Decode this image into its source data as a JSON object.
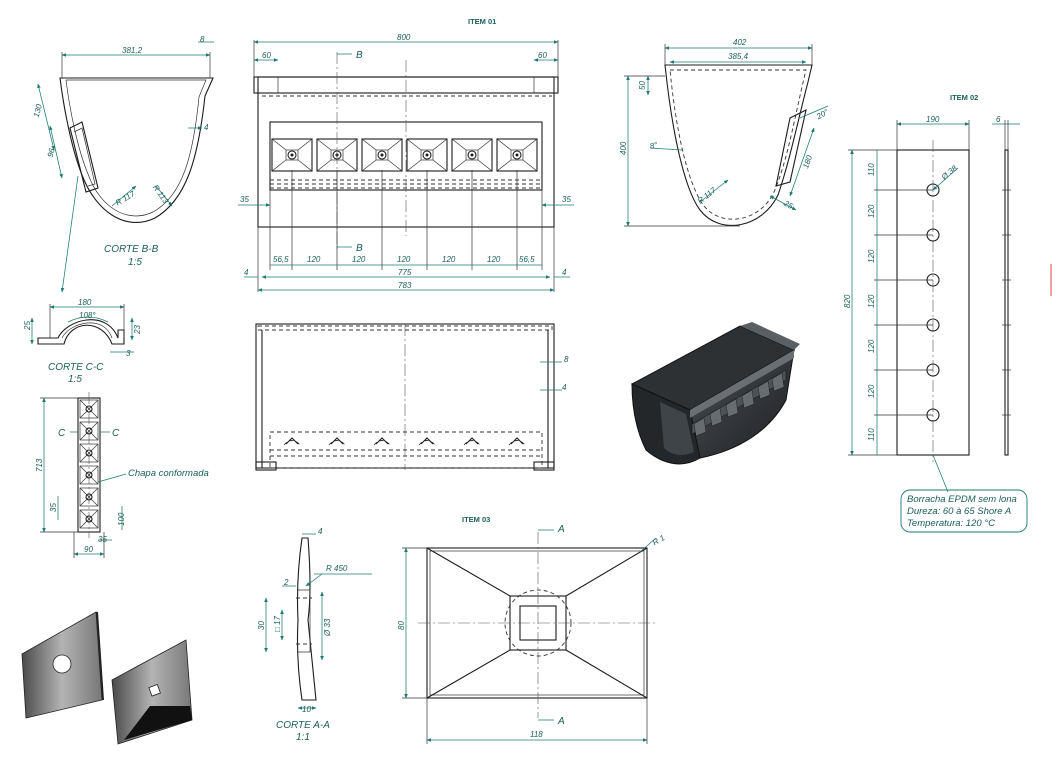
{
  "titles": {
    "item01": "ITEM 01",
    "item02": "ITEM 02",
    "item03": "ITEM 03"
  },
  "sections": {
    "bb_name": "CORTE B-B",
    "bb_scale": "1:5",
    "cc_name": "CORTE C-C",
    "cc_scale": "1:5",
    "aa_name": "CORTE A-A",
    "aa_scale": "1:1",
    "mark_b": "B",
    "mark_c": "C",
    "mark_a": "A"
  },
  "notes": {
    "chapa": "Chapa conformada",
    "material_1": "Borracha EPDM sem lona",
    "material_2": "Dureza: 60 à 65 Shore A",
    "material_3": "Temperatura: 120 °C"
  },
  "dims_bb": {
    "top": "381,2",
    "tr": "8",
    "h130": "130",
    "h96": "96",
    "t4": "4",
    "r117": "R 117",
    "r113": "R 113"
  },
  "dims_front": {
    "overall_800": "800",
    "flange_left_60": "60",
    "flange_right_60": "60",
    "side_left_35": "35",
    "side_right_35": "35",
    "pitch_first": "56,5",
    "pitch_1": "120",
    "pitch_2": "120",
    "pitch_3": "120",
    "pitch_4": "120",
    "pitch_5": "120",
    "pitch_last": "56,5",
    "inner_775": "775",
    "outer_783": "783",
    "gap_l4": "4",
    "gap_r4": "4",
    "view2_8": "8",
    "view2_4": "4"
  },
  "dims_side": {
    "top_402": "402",
    "inner_385": "385,4",
    "h50": "50",
    "h400": "400",
    "ang_20": "20°",
    "ang_8": "8°",
    "h180": "180",
    "w25": "25",
    "r117": "R 117"
  },
  "dims_cc": {
    "w180": "180",
    "ang108": "108°",
    "h25": "25",
    "h23": "23",
    "t3": "3"
  },
  "dims_strip": {
    "h713": "713",
    "h35": "35",
    "w100": "100",
    "w35": "35",
    "w90": "90"
  },
  "dims_item02": {
    "w190": "190",
    "t6": "6",
    "h820": "820",
    "d38": "Ø 38",
    "s110a": "110",
    "s120a": "120",
    "s120b": "120",
    "s120c": "120",
    "s120d": "120",
    "s120e": "120",
    "s110b": "110"
  },
  "dims_aa": {
    "t4": "4",
    "r450": "R 450",
    "w2": "2",
    "h30": "30",
    "sq17": "□ 17",
    "d33": "Ø 33",
    "b10": "10"
  },
  "dims_item03": {
    "r1": "R 1",
    "h80": "80",
    "w118": "118"
  }
}
